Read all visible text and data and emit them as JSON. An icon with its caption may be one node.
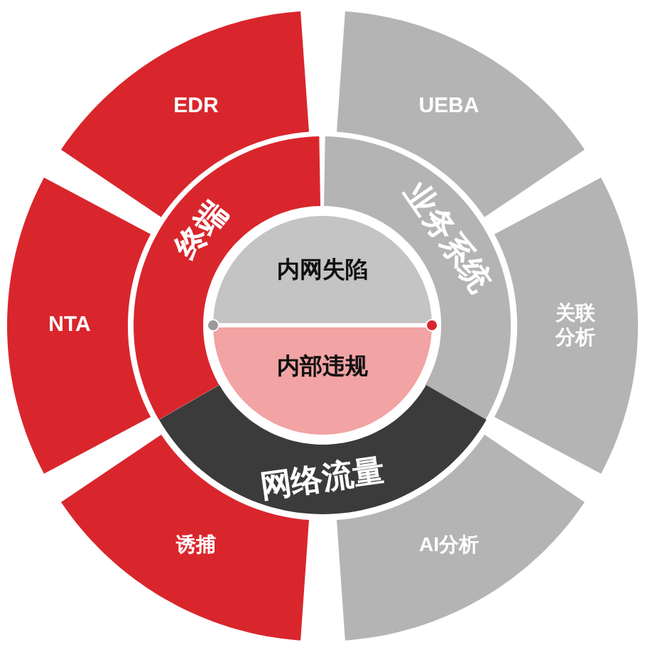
{
  "diagram": {
    "nodes": [
      {
        "text": [
          "EDR"
        ]
      },
      {
        "text": [
          "UEBA"
        ]
      },
      {
        "text": [
          "终端"
        ]
      },
      {
        "text": [
          "业务系统"
        ]
      },
      {
        "text": [
          "内网失陷"
        ]
      },
      {
        "text": [
          "NTA"
        ]
      },
      {
        "text": [
          "关联分析"
        ]
      },
      {
        "text": [
          "内部违规"
        ]
      },
      {
        "text": [
          "网络流量"
        ]
      },
      {
        "text": [
          "诱捕"
        ]
      },
      {
        "text": [
          "AI分析"
        ]
      }
    ]
  }
}
